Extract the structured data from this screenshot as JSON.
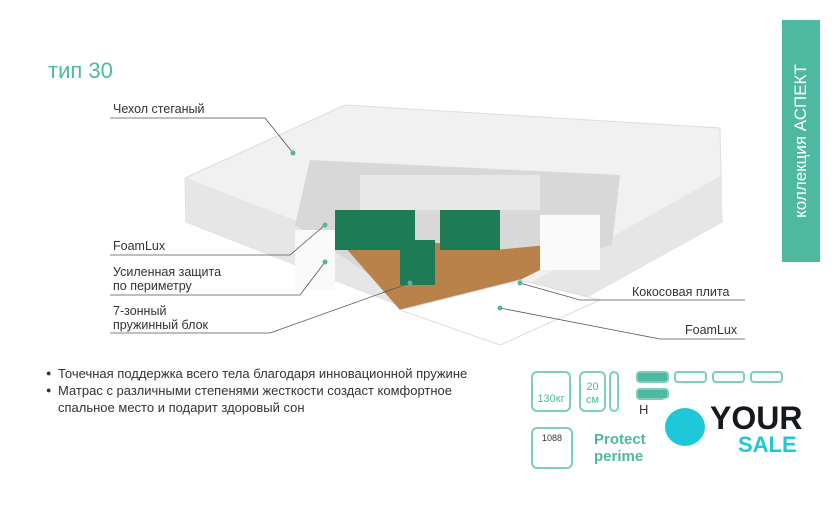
{
  "title": "тип 30",
  "collection": "коллекция АСПЕКТ",
  "labels": {
    "cover": "Чехол стеганый",
    "foamlux_left": "FoamLux",
    "perimeter": [
      "Усиленная защита",
      "по периметру"
    ],
    "spring_block": [
      "7-зонный",
      "пружинный блок"
    ],
    "coconut": "Кокосовая плита",
    "foamlux_right": "FoamLux"
  },
  "bullets": [
    "Точечная поддержка всего тела благодаря инновационной пружине",
    "Матрас с различными степенями жесткости создаст комфортное спальное место и подарит здоровый сон"
  ],
  "specs": {
    "weight": "130кг",
    "height_value": "20",
    "height_unit": "см",
    "springs": "1088",
    "protect": [
      "Protect",
      "perime"
    ],
    "firmness_label": "Н"
  },
  "watermark": {
    "line1": "YOUR",
    "line2": "SALE"
  },
  "colors": {
    "accent": "#4fb8a0",
    "spring": "#1f7a56",
    "coconut": "#b9824a"
  }
}
